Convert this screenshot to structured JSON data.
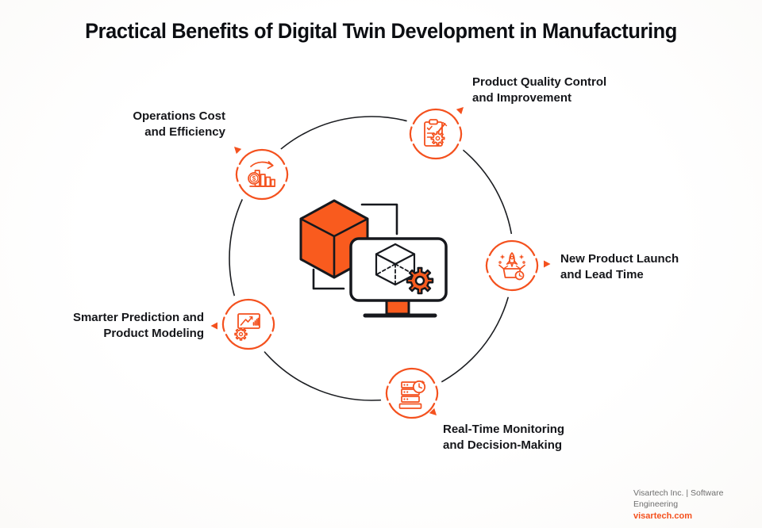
{
  "title": "Practical Benefits of Digital Twin Development in Manufacturing",
  "colors": {
    "accent": "#F4511E",
    "cube_fill": "#F95B1E",
    "ink": "#16181D",
    "label_text": "#15161A",
    "footer_gray": "#6E6E6E",
    "background": "#FFFFFF"
  },
  "symbols": {
    "dollar": "$"
  },
  "nodes": [
    {
      "id": "operations-cost-efficiency",
      "icon": "cost-efficiency-icon",
      "lines": [
        "Operations Cost",
        "and Efficiency"
      ]
    },
    {
      "id": "product-quality-control",
      "icon": "quality-control-icon",
      "lines": [
        "Product Quality Control",
        "and Improvement"
      ]
    },
    {
      "id": "new-product-launch",
      "icon": "product-launch-icon",
      "lines": [
        "New Product Launch",
        "and Lead Time"
      ]
    },
    {
      "id": "real-time-monitoring",
      "icon": "realtime-monitoring-icon",
      "lines": [
        "Real-Time Monitoring",
        "and Decision-Making"
      ]
    },
    {
      "id": "smarter-prediction-modeling",
      "icon": "prediction-modeling-icon",
      "lines": [
        "Smarter Prediction and",
        "Product Modeling"
      ]
    }
  ],
  "footer": {
    "company_line": "Visartech Inc. | Software Engineering",
    "website": "visartech.com"
  }
}
